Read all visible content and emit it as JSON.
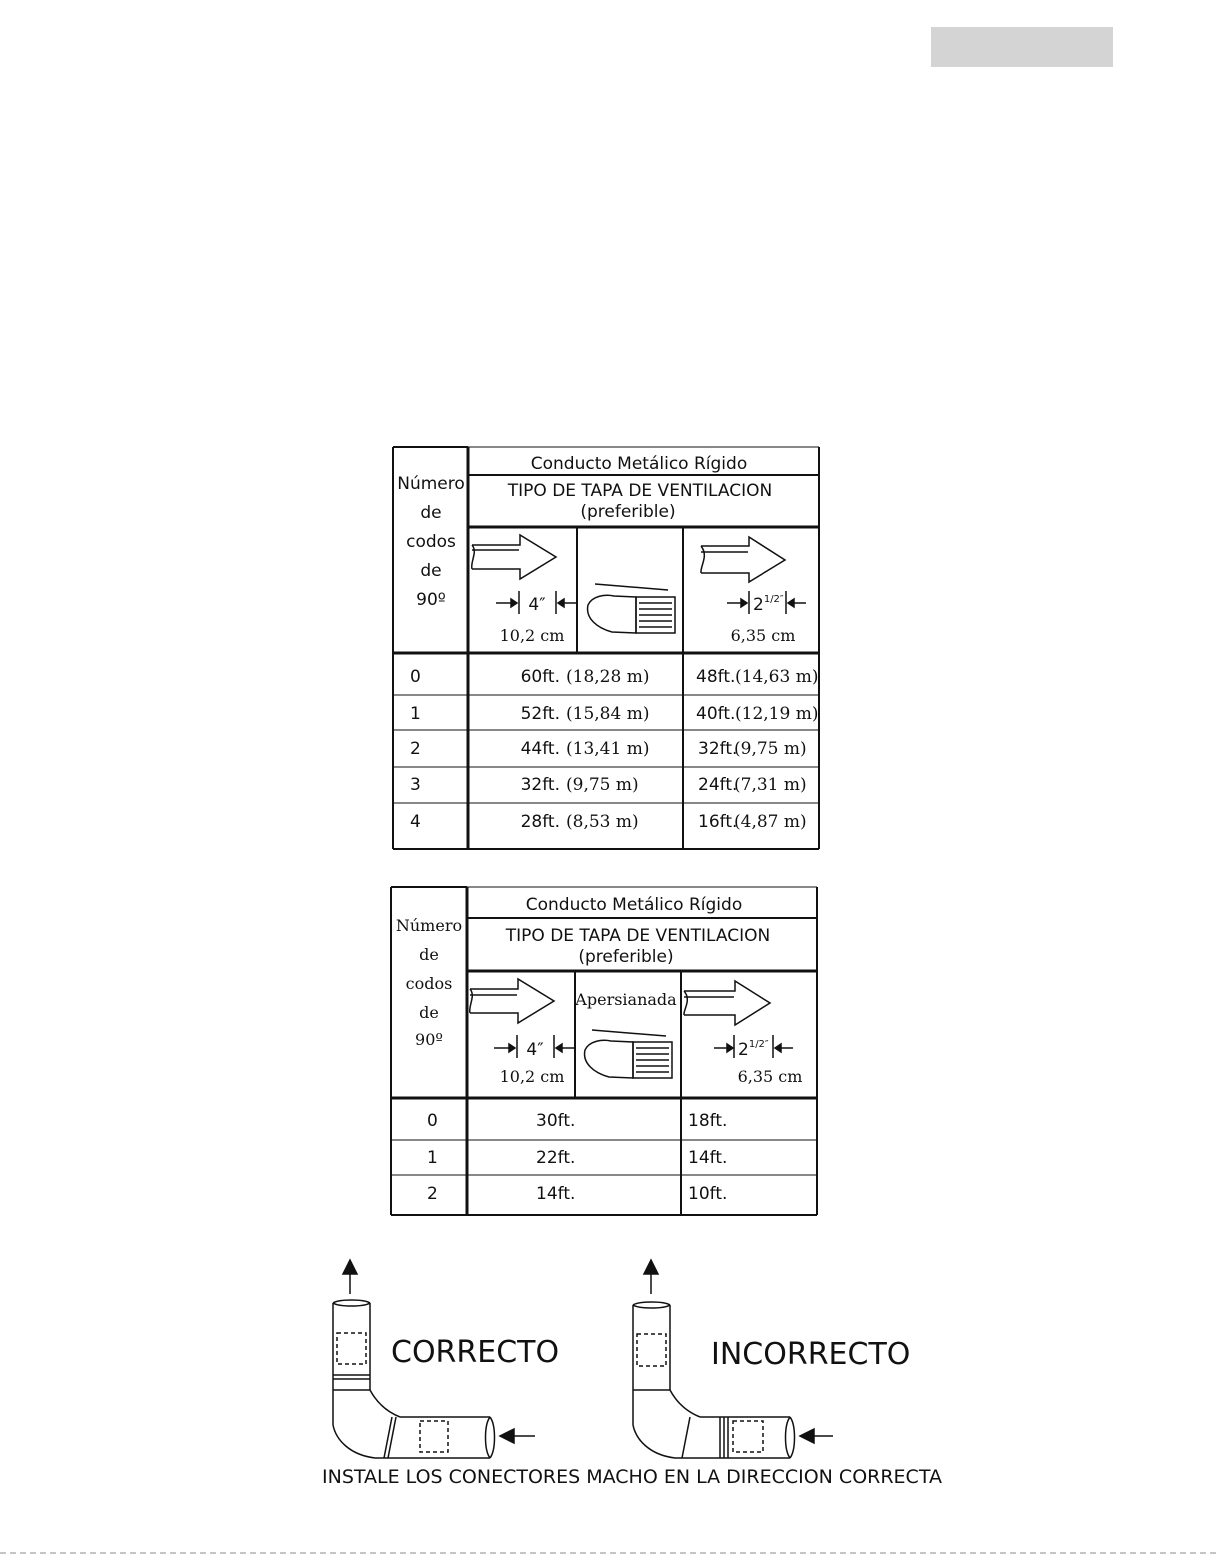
{
  "table1": {
    "header_top": "Conducto Metálico Rígido",
    "header_sub1": "TIPO DE TAPA DE VENTILACION",
    "header_sub2": "(preferible)",
    "row_header": [
      "Número",
      "de",
      "codos",
      "de",
      "90º"
    ],
    "dim_left": "4″",
    "dim_left_metric": "10,2 cm",
    "dim_right_base": "2",
    "dim_right_sup": "1/2″",
    "dim_right_metric": "6,35 cm",
    "rows": [
      {
        "n": "0",
        "a_ft": "60ft.",
        "a_m": "(18,28 m)",
        "b_ft": "48ft.",
        "b_m": "(14,63 m)"
      },
      {
        "n": "1",
        "a_ft": "52ft.",
        "a_m": "(15,84 m)",
        "b_ft": "40ft.",
        "b_m": "(12,19 m)"
      },
      {
        "n": "2",
        "a_ft": "44ft.",
        "a_m": "(13,41 m)",
        "b_ft": "32ft.",
        "b_m": "(9,75 m)"
      },
      {
        "n": "3",
        "a_ft": "32ft.",
        "a_m": "(9,75 m)",
        "b_ft": "24ft.",
        "b_m": "(7,31 m)"
      },
      {
        "n": "4",
        "a_ft": "28ft.",
        "a_m": "(8,53 m)",
        "b_ft": "16ft.",
        "b_m": "(4,87 m)"
      }
    ]
  },
  "table2": {
    "header_top": "Conducto Metálico Rígido",
    "header_sub1": "TIPO DE TAPA DE VENTILACION",
    "header_sub2": "(preferible)",
    "row_header": [
      "Número",
      "de",
      "codos",
      "de",
      "90º"
    ],
    "louvered_label": "Apersianada",
    "dim_left": "4″",
    "dim_left_metric": "10,2 cm",
    "dim_right_base": "2",
    "dim_right_sup": "1/2″",
    "dim_right_metric": "6,35 cm",
    "rows": [
      {
        "n": "0",
        "a": "30ft.",
        "b": "18ft."
      },
      {
        "n": "1",
        "a": "22ft.",
        "b": "14ft."
      },
      {
        "n": "2",
        "a": "14ft.",
        "b": "10ft."
      }
    ]
  },
  "diagram": {
    "correct_label": "CORRECTO",
    "incorrect_label": "INCORRECTO",
    "caption": "INSTALE LOS CONECTORES MACHO EN LA DIRECCION CORRECTA"
  }
}
